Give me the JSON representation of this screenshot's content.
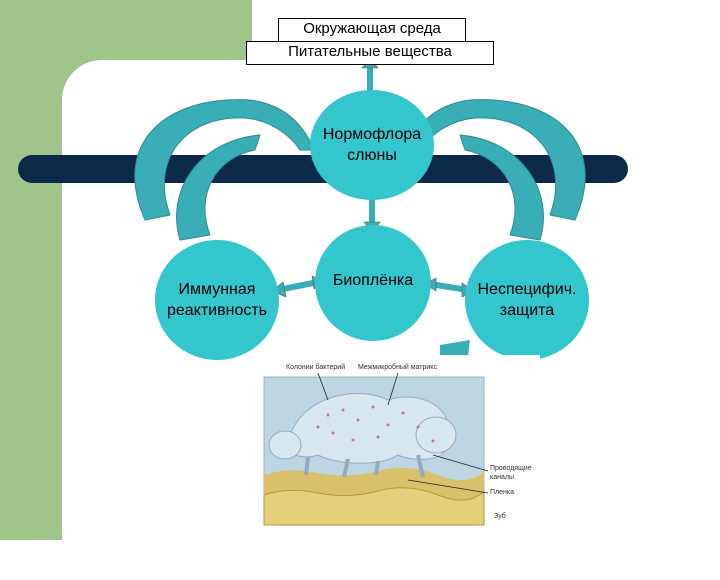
{
  "env_box": {
    "line1": "Окружающая среда",
    "line2": "Питательные вещества"
  },
  "nodes": {
    "normoflora": "Нормофлора\nслюны",
    "biofilm": "Биоплёнка",
    "immune": "Иммунная\nреактивность",
    "nonspecific": "Неспецифич.\nзащита"
  },
  "figure": {
    "labels": {
      "colonies": "Колонии бактерий",
      "matrix": "Межмикробный матрикс",
      "channels_1": "Проводящие",
      "channels_2": "каналы",
      "pellicle": "Пленка",
      "tooth": "Зуб"
    }
  },
  "colors": {
    "circle": "#33c6cc",
    "arrow": "#3aaeb7",
    "bar": "#0b2a4a",
    "strip": "#9fc58a"
  }
}
